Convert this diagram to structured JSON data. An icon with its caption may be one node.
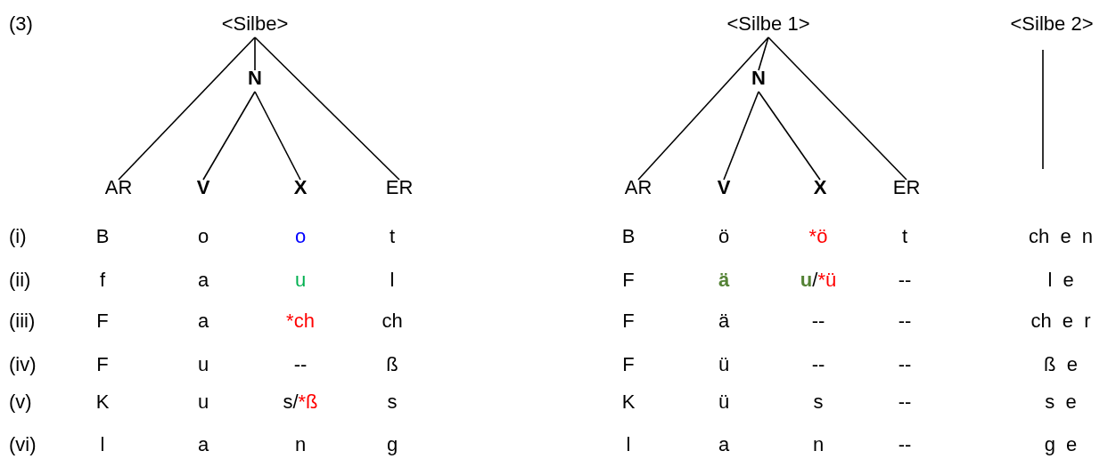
{
  "diagram": {
    "nodes": [
      {
        "text": [
          "<Silbe>"
        ]
      },
      {
        "text": [
          "N"
        ]
      },
      {
        "text": [
          "AR"
        ]
      },
      {
        "text": [
          "V"
        ]
      },
      {
        "text": [
          "X"
        ]
      },
      {
        "text": [
          "ER"
        ]
      },
      {
        "text": [
          "<Silbe 1>"
        ]
      },
      {
        "text": [
          "N"
        ]
      },
      {
        "text": [
          "AR"
        ]
      },
      {
        "text": [
          "V"
        ]
      },
      {
        "text": [
          "X"
        ]
      },
      {
        "text": [
          "ER"
        ]
      },
      {
        "text": [
          "<Silbe 2>"
        ]
      }
    ],
    "edges": [
      {
        "from": 0,
        "to": 1,
        "arrow": "none"
      },
      {
        "from": 0,
        "to": 2,
        "arrow": "none"
      },
      {
        "from": 0,
        "to": 5,
        "arrow": "none"
      },
      {
        "from": 1,
        "to": 3,
        "arrow": "none"
      },
      {
        "from": 1,
        "to": 4,
        "arrow": "none"
      },
      {
        "from": 6,
        "to": 7,
        "arrow": "none"
      },
      {
        "from": 6,
        "to": 8,
        "arrow": "none"
      },
      {
        "from": 6,
        "to": 11,
        "arrow": "none"
      },
      {
        "from": 7,
        "to": 9,
        "arrow": "none"
      },
      {
        "from": 7,
        "to": 10,
        "arrow": "none"
      },
      {
        "from": 12,
        "to": null,
        "arrow": "none"
      }
    ],
    "labels": [
      "(3)",
      "(i)",
      "B",
      "o",
      "o",
      "t",
      "B",
      "ö",
      "*ö",
      "t",
      "ch e n",
      "(ii)",
      "f",
      "a",
      "u",
      "l",
      "F",
      "ä",
      "u/*ü",
      "--",
      "l e",
      "(iii)",
      "F",
      "a",
      "*ch",
      "ch",
      "F",
      "ä",
      "--",
      "--",
      "ch e r",
      "(iv)",
      "F",
      "u",
      "--",
      "ß",
      "F",
      "ü",
      "--",
      "--",
      "ß e",
      "(v)",
      "K",
      "u",
      "s/*ß",
      "s",
      "K",
      "ü",
      "s",
      "--",
      "s e",
      "(vi)",
      "l",
      "a",
      "n",
      "g",
      "l",
      "a",
      "n",
      "--",
      "g e"
    ]
  }
}
